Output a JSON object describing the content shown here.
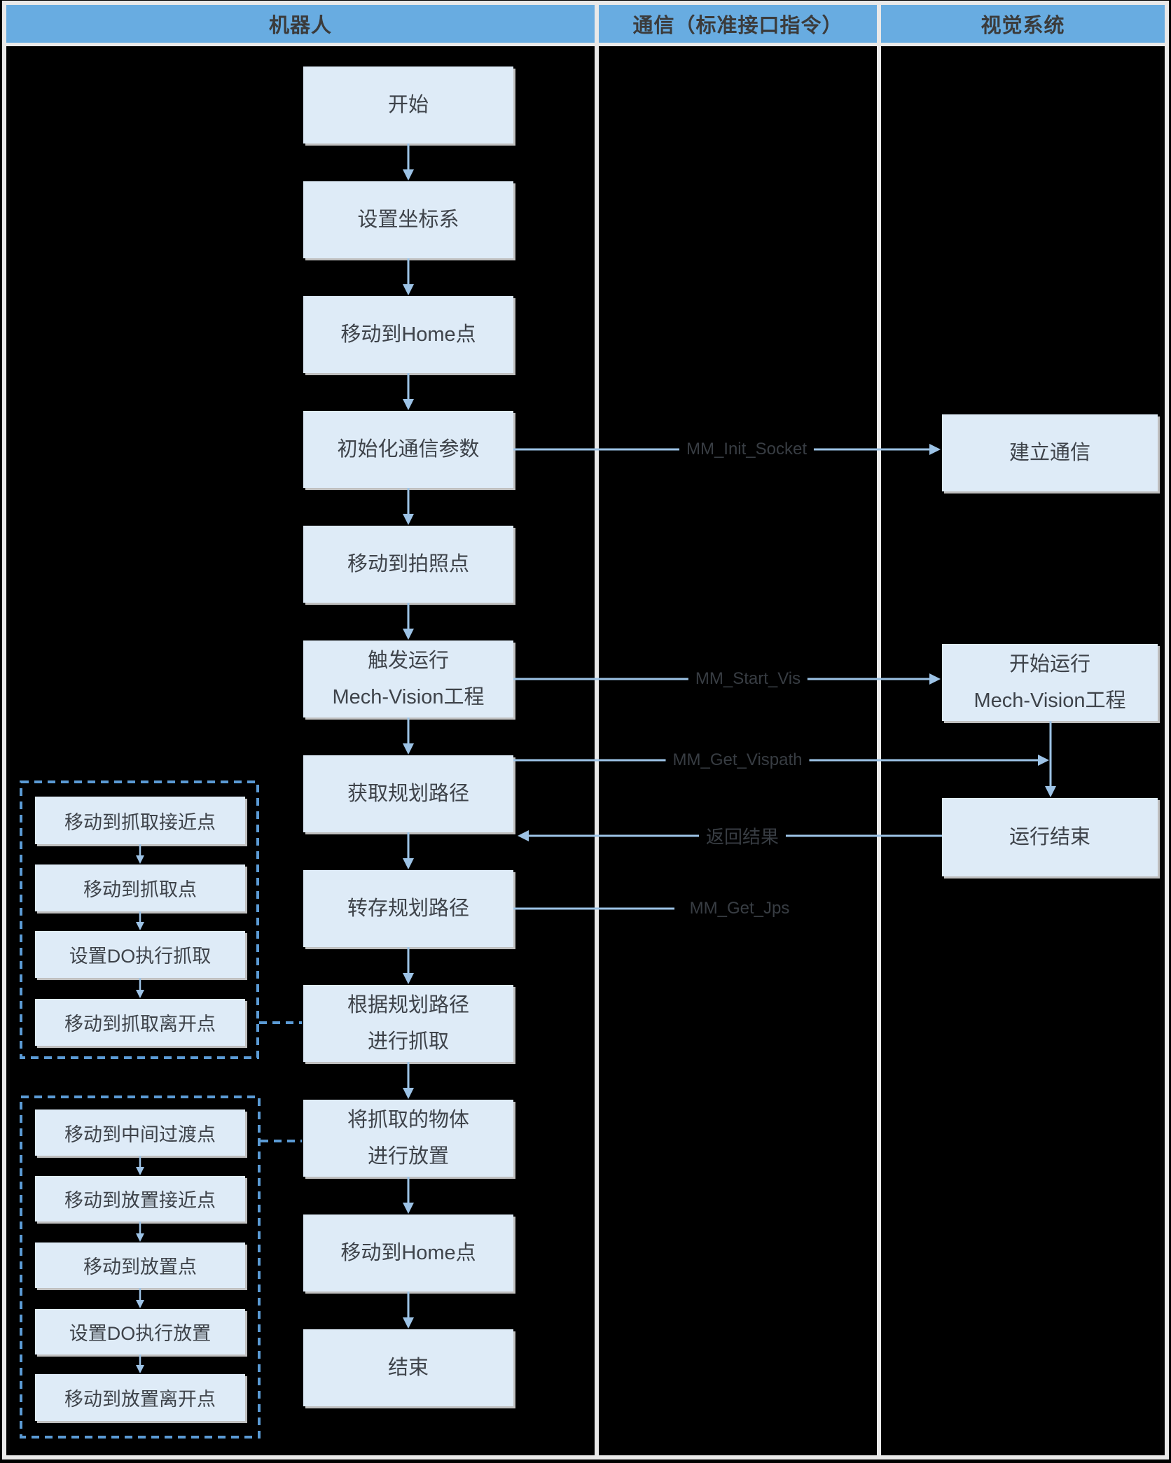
{
  "header": {
    "columns": [
      "机器人",
      "通信（标准接口指令）",
      "视觉系统"
    ]
  },
  "robot_flow": [
    {
      "text": "开始"
    },
    {
      "text": "设置坐标系"
    },
    {
      "text": "移动到Home点"
    },
    {
      "text": "初始化通信参数"
    },
    {
      "text": "移动到拍照点"
    },
    {
      "text": "触发运行\nMech-Vision工程"
    },
    {
      "text": "获取规划路径"
    },
    {
      "text": "转存规划路径"
    },
    {
      "text": "根据规划路径\n进行抓取"
    },
    {
      "text": "将抓取的物体\n进行放置"
    },
    {
      "text": "移动到Home点"
    },
    {
      "text": "结束"
    }
  ],
  "vision_flow": [
    {
      "text": "建立通信"
    },
    {
      "text": "开始运行\nMech-Vision工程"
    },
    {
      "text": "运行结束"
    }
  ],
  "grasp_group": {
    "steps": [
      {
        "text": "移动到抓取接近点"
      },
      {
        "text": "移动到抓取点"
      },
      {
        "text": "设置DO执行抓取"
      },
      {
        "text": "移动到抓取离开点"
      }
    ]
  },
  "place_group": {
    "steps": [
      {
        "text": "移动到中间过渡点"
      },
      {
        "text": "移动到放置接近点"
      },
      {
        "text": "移动到放置点"
      },
      {
        "text": "设置DO执行放置"
      },
      {
        "text": "移动到放置离开点"
      }
    ]
  },
  "connector_labels": {
    "init_socket": "MM_Init_Socket",
    "start_vis": "MM_Start_Vis",
    "get_vispath": "MM_Get_Vispath",
    "return_result": "返回结果",
    "get_jps": "MM_Get_Jps"
  },
  "colors": {
    "background": "#000000",
    "header_fill": "#68ACE1",
    "frame": "#E9E9E9",
    "box_fill": "#DEEBF7",
    "box_text": "#3E434A",
    "arrow": "#9DC3E6",
    "dashed_border": "#5B9BD5",
    "label_text": "#383D43"
  }
}
